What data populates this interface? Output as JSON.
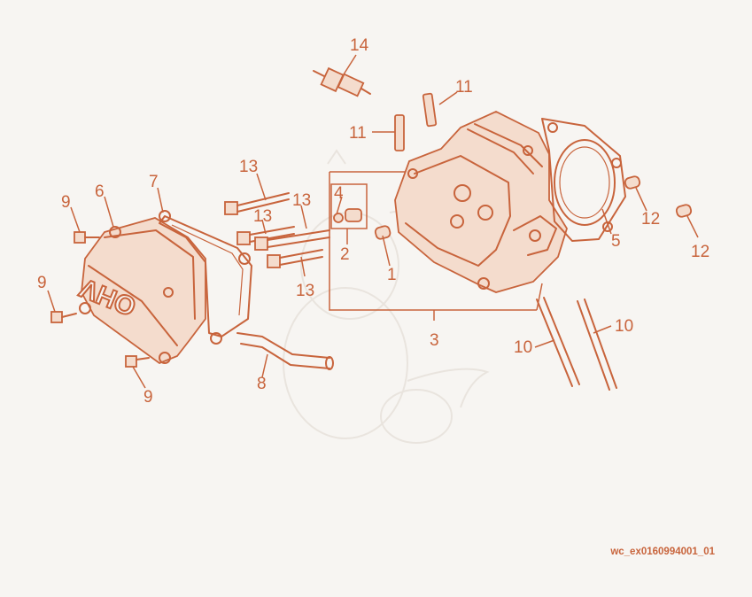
{
  "callouts": [
    {
      "id": "p1",
      "label": "1"
    },
    {
      "id": "p2",
      "label": "2"
    },
    {
      "id": "p3",
      "label": "3"
    },
    {
      "id": "p4",
      "label": "4"
    },
    {
      "id": "p5",
      "label": "5"
    },
    {
      "id": "p6",
      "label": "6"
    },
    {
      "id": "p7",
      "label": "7"
    },
    {
      "id": "p8",
      "label": "8"
    },
    {
      "id": "p9a",
      "label": "9"
    },
    {
      "id": "p9b",
      "label": "9"
    },
    {
      "id": "p9c",
      "label": "9"
    },
    {
      "id": "p10a",
      "label": "10"
    },
    {
      "id": "p10b",
      "label": "10"
    },
    {
      "id": "p11a",
      "label": "11"
    },
    {
      "id": "p11b",
      "label": "11"
    },
    {
      "id": "p12a",
      "label": "12"
    },
    {
      "id": "p12b",
      "label": "12"
    },
    {
      "id": "p13a",
      "label": "13"
    },
    {
      "id": "p13b",
      "label": "13"
    },
    {
      "id": "p13c",
      "label": "13"
    },
    {
      "id": "p13d",
      "label": "13"
    },
    {
      "id": "p14",
      "label": "14"
    }
  ],
  "cover_text": "OHV",
  "diagram_code": "wc_ex0160994001_01",
  "colors": {
    "line": "#c8643c",
    "background": "#f7f5f2",
    "fill": "#f4dccd"
  }
}
